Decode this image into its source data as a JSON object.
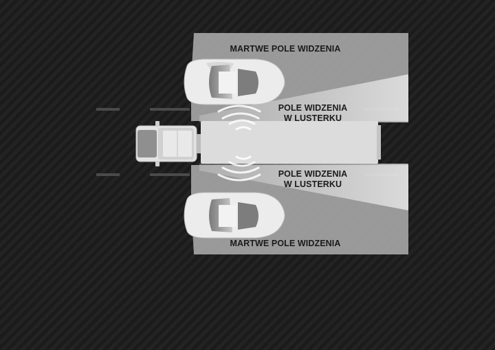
{
  "labels": {
    "blind_spot_top": "MARTWE POLE WIDZENIA",
    "mirror_top_line1": "POLE WIDZENIA",
    "mirror_top_line2": "W LUSTERKU",
    "mirror_bottom_line1": "POLE WIDZENIA",
    "mirror_bottom_line2": "W LUSTERKU",
    "blind_spot_bottom": "MARTWE POLE WIDZENIA"
  },
  "colors": {
    "background": "#1c1c1c",
    "carbon_stripe": "#262626",
    "zone_fill": "#cfcfcf",
    "mirror_cone": "#e8e8e8",
    "vehicle_body": "#e6e6e6",
    "label_text": "#1a1a1a"
  }
}
